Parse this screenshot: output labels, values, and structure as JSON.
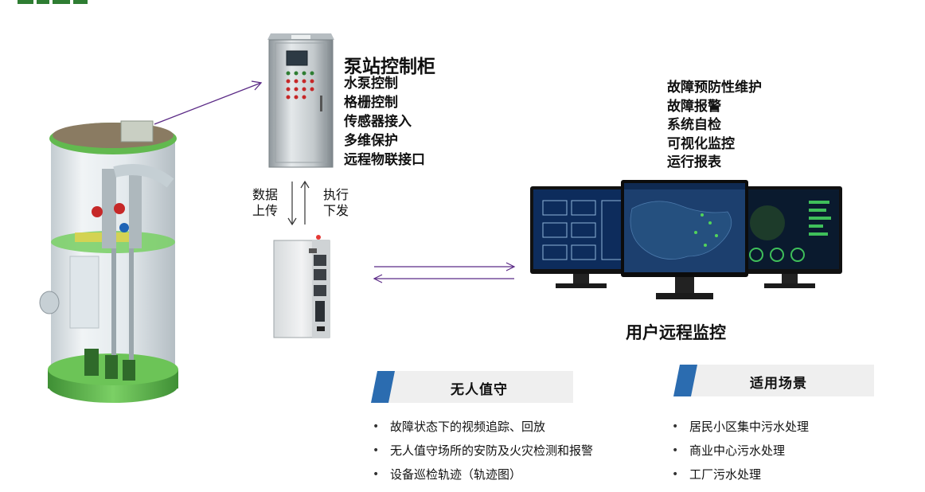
{
  "cabinet": {
    "title": "泵站控制柜",
    "features": [
      "水泵控制",
      "格栅控制",
      "传感器接入",
      "多维保护",
      "远程物联接口"
    ]
  },
  "data_flow": {
    "upload_label": "数据上传",
    "execute_label": "执行下发"
  },
  "remote": {
    "features": [
      "故障预防性维护",
      "故障报警",
      "系统自检",
      "可视化监控",
      "运行报表"
    ],
    "caption": "用户远程监控"
  },
  "unattended": {
    "title": "无人值守",
    "items": [
      "故障状态下的视频追踪、回放",
      "无人值守场所的安防及火灾检测和报警",
      "设备巡检轨迹（轨迹图）"
    ]
  },
  "scenes": {
    "title": "适用场景",
    "items": [
      "居民小区集中污水处理",
      "商业中心污水处理",
      "工厂污水处理"
    ]
  },
  "colors": {
    "accent_blue": "#2b6cb0",
    "arrow_purple": "#5b2a86",
    "header_band": "#efefef",
    "pump_green": "#5fb84a"
  },
  "icons": [
    "pump-station-illustration",
    "control-cabinet-illustration",
    "iot-gateway-illustration",
    "monitor-screens-illustration"
  ]
}
